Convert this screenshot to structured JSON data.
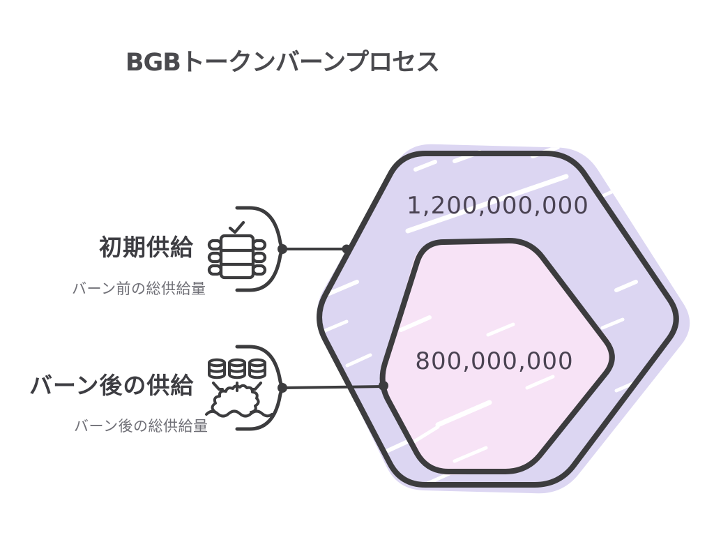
{
  "title": {
    "text": "BGBトークンバーンプロセス"
  },
  "supply_before": {
    "label": "初期供給",
    "sublabel": "バーン前の総供給量",
    "value": "1,200,000,000",
    "icon": "database-check-icon"
  },
  "supply_after": {
    "label": "バーン後の供給",
    "sublabel": "バーン後の総供給量",
    "value": "800,000,000",
    "icon": "coins-burn-icon"
  },
  "colors": {
    "background": "#ffffff",
    "outline": "#3c3c3e",
    "outer_hex_fill": "#dcd6f2",
    "inner_hex_fill": "#f7e3f6",
    "streak": "#ffffff",
    "title_text": "#4a4a4e",
    "label_text": "#3d3d42",
    "sublabel_text": "#707077",
    "number_text": "#4a4352"
  }
}
